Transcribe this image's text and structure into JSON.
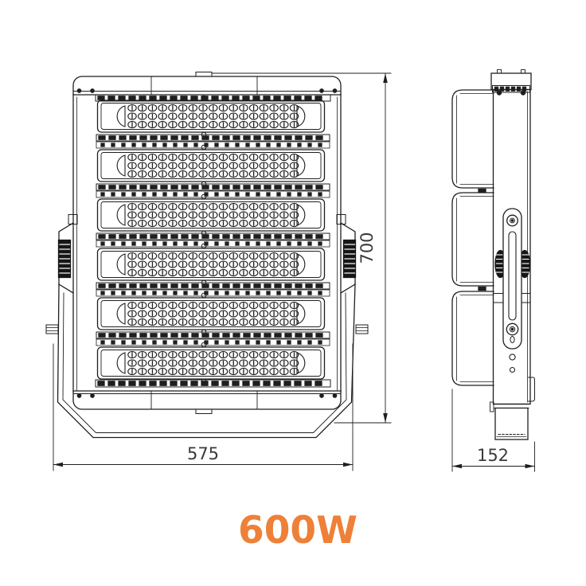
{
  "background_color": "#ffffff",
  "line_color": "#1f1f1f",
  "accent_color": "#EE8038",
  "dim_text_color": "#3a3a3a",
  "wattage_label": "600W",
  "dimensions": {
    "width_label": "575",
    "height_label": "700",
    "depth_label": "152"
  },
  "front_view": {
    "module_count": 6,
    "led_rows_per_module": 3,
    "led_cols_per_module": 17
  },
  "side_view": {
    "module_block_count": 3
  }
}
